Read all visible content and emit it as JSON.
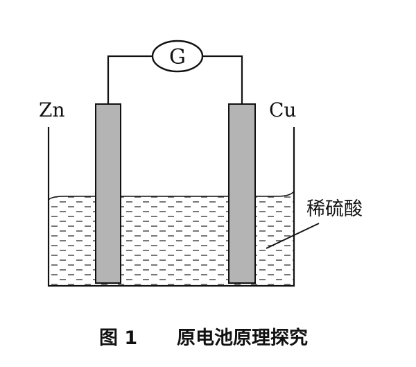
{
  "diagram": {
    "meter_label": "G",
    "left_electrode_label": "Zn",
    "right_electrode_label": "Cu",
    "solution_label": "稀硫酸",
    "caption_number": "图 1",
    "caption_title": "原电池原理探究"
  },
  "colors": {
    "line": "#111111",
    "electrode_fill": "#b4b4b4",
    "dash": "#555555",
    "background": "#ffffff"
  }
}
